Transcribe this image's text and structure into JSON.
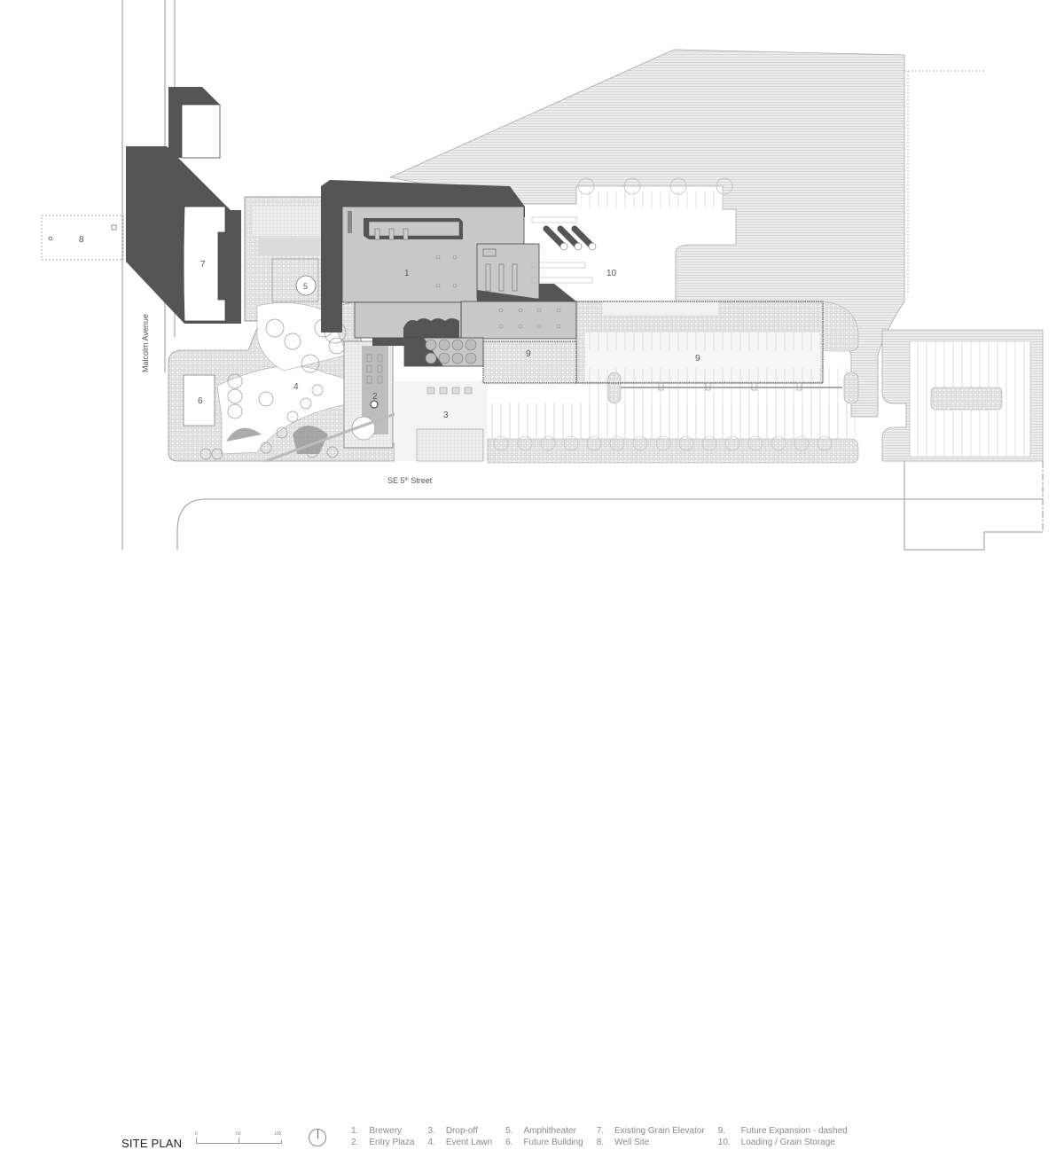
{
  "title": "SITE PLAN",
  "scale_bar": {
    "ticks": [
      "0",
      "50",
      "100"
    ]
  },
  "north_arrow": "north-arrow",
  "streets": {
    "vertical": "Malcolm Avenue",
    "horizontal_prefix": "SE 5",
    "horizontal_sup": "th",
    "horizontal_suffix": " Street"
  },
  "map_labels": {
    "brewery": "1",
    "entry_plaza": "2",
    "drop_off": "3",
    "event_lawn": "4",
    "amphitheater": "5",
    "future_building": "6",
    "grain_elevator": "7",
    "well_site": "8",
    "future_expansion_a": "9",
    "future_expansion_b": "9",
    "loading": "10"
  },
  "legend": [
    {
      "num": "1.",
      "label": "Brewery"
    },
    {
      "num": "2.",
      "label": "Entry Plaza"
    },
    {
      "num": "3.",
      "label": "Drop-off"
    },
    {
      "num": "4.",
      "label": "Event Lawn"
    },
    {
      "num": "5.",
      "label": "Amphitheater"
    },
    {
      "num": "6.",
      "label": "Future Building"
    },
    {
      "num": "7.",
      "label": "Existing Grain Elevator"
    },
    {
      "num": "8.",
      "label": "Well Site"
    },
    {
      "num": "9.",
      "label": "Future Expansion - dashed"
    },
    {
      "num": "10.",
      "label": "Loading / Grain Storage"
    }
  ],
  "colors": {
    "shadow": "#555555",
    "building": "#c8c8c8",
    "hatch": "#e4e4e4",
    "line": "#999999"
  }
}
